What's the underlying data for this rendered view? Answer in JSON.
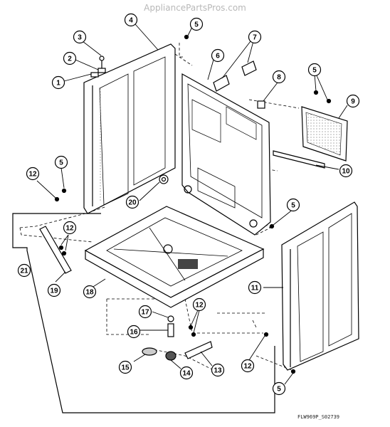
{
  "watermark": "AppliancePartsPros.com",
  "drawing_code": "FLW969P_S02739",
  "callouts": [
    {
      "id": "c3a",
      "label": "3"
    },
    {
      "id": "c2",
      "label": "2"
    },
    {
      "id": "c1",
      "label": "1"
    },
    {
      "id": "c4",
      "label": "4"
    },
    {
      "id": "c5a",
      "label": "5"
    },
    {
      "id": "c6",
      "label": "6"
    },
    {
      "id": "c7",
      "label": "7"
    },
    {
      "id": "c8",
      "label": "8"
    },
    {
      "id": "c5b",
      "label": "5"
    },
    {
      "id": "c9",
      "label": "9"
    },
    {
      "id": "c10",
      "label": "10"
    },
    {
      "id": "c5c",
      "label": "5"
    },
    {
      "id": "c12a",
      "label": "12"
    },
    {
      "id": "c20",
      "label": "20"
    },
    {
      "id": "c5d",
      "label": "5"
    },
    {
      "id": "c12b",
      "label": "12"
    },
    {
      "id": "c21",
      "label": "21"
    },
    {
      "id": "c19",
      "label": "19"
    },
    {
      "id": "c18",
      "label": "18"
    },
    {
      "id": "c11",
      "label": "11"
    },
    {
      "id": "c17",
      "label": "17"
    },
    {
      "id": "c12c",
      "label": "12"
    },
    {
      "id": "c16",
      "label": "16"
    },
    {
      "id": "c15",
      "label": "15"
    },
    {
      "id": "c14",
      "label": "14"
    },
    {
      "id": "c13",
      "label": "13"
    },
    {
      "id": "c12d",
      "label": "12"
    },
    {
      "id": "c5e",
      "label": "5"
    }
  ]
}
